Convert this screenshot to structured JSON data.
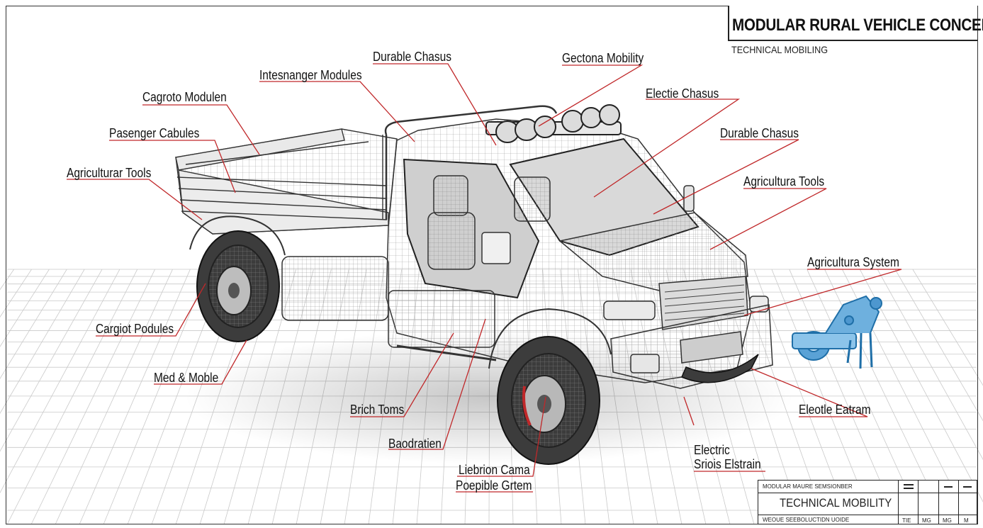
{
  "title": {
    "main": "MODULAR RURAL VEHICLE CONCEPT",
    "subtitle": "TECHNICAL MOBILING"
  },
  "callouts": [
    {
      "id": "durable-chasus-top",
      "text": "Durable Chasus"
    },
    {
      "id": "gectona-mobility",
      "text": "Gectona Mobility"
    },
    {
      "id": "intesnanger-modules",
      "text": "Intesnanger Modules"
    },
    {
      "id": "electie-chasus",
      "text": "Electie Chasus"
    },
    {
      "id": "cagroto-modulen",
      "text": "Cagroto Modulen"
    },
    {
      "id": "pasenger-cabules",
      "text": "Pasenger Cabules"
    },
    {
      "id": "durable-chasus-right",
      "text": "Durable Chasus"
    },
    {
      "id": "agriculturar-tools",
      "text": "Agriculturar Tools"
    },
    {
      "id": "agricultura-tools",
      "text": "Agricultura Tools"
    },
    {
      "id": "agricultura-system",
      "text": "Agricultura System"
    },
    {
      "id": "cargiot-podules",
      "text": "Cargiot Podules"
    },
    {
      "id": "med-moble",
      "text": "Med & Moble"
    },
    {
      "id": "brich-toms",
      "text": "Brich Toms"
    },
    {
      "id": "eleotle-eatram",
      "text": "Eleotle Eatram"
    },
    {
      "id": "baodratien",
      "text": "Baodratien"
    },
    {
      "id": "electric-sriois-1",
      "text": "Electric"
    },
    {
      "id": "electric-sriois-2",
      "text": "Sriois Elstrain"
    },
    {
      "id": "liebrion-1",
      "text": "Liebrion Cama"
    },
    {
      "id": "liebrion-2",
      "text": "Poepible Grtem"
    }
  ],
  "title_block": {
    "top_text": "MODULAR MAURE SEMSIONBER",
    "main_text": "TECHNICAL MOBILITY",
    "bottom_text": "WEOUE SEEBOLUCTIDN UOIDE",
    "cells": [
      "TIE",
      "MG",
      "MG",
      "M"
    ]
  },
  "colors": {
    "leader": "#c0282a",
    "ink": "#222222",
    "attachment": "#3a8fc9"
  }
}
